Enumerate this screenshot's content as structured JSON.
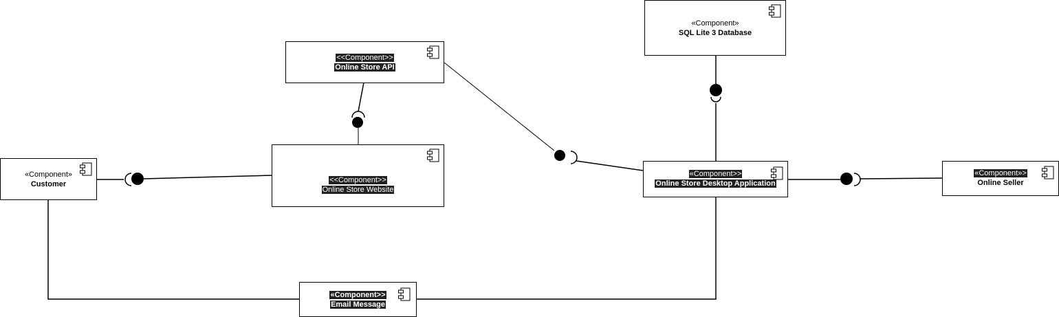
{
  "diagram": {
    "components": {
      "sqlite": {
        "stereotype": "«Component»",
        "name": "SQL Lite 3 Database"
      },
      "api": {
        "stereotype": "<<Component>>",
        "name": "Online Store API"
      },
      "customer": {
        "stereotype": "«Component»",
        "name": "Customer"
      },
      "website": {
        "stereotype": "<<Component>>",
        "name": "Online Store Website"
      },
      "desktop": {
        "stereotype": "«Component>>",
        "name": "Online Store Desktop Application"
      },
      "seller": {
        "stereotype": "«Component»>",
        "name": "Online Seller"
      },
      "email": {
        "stereotype": "«Component>>",
        "name": "Email Message"
      }
    },
    "colors": {
      "line": "#000000",
      "highlight_bg": "#222222",
      "highlight_fg": "#ffffff"
    }
  }
}
